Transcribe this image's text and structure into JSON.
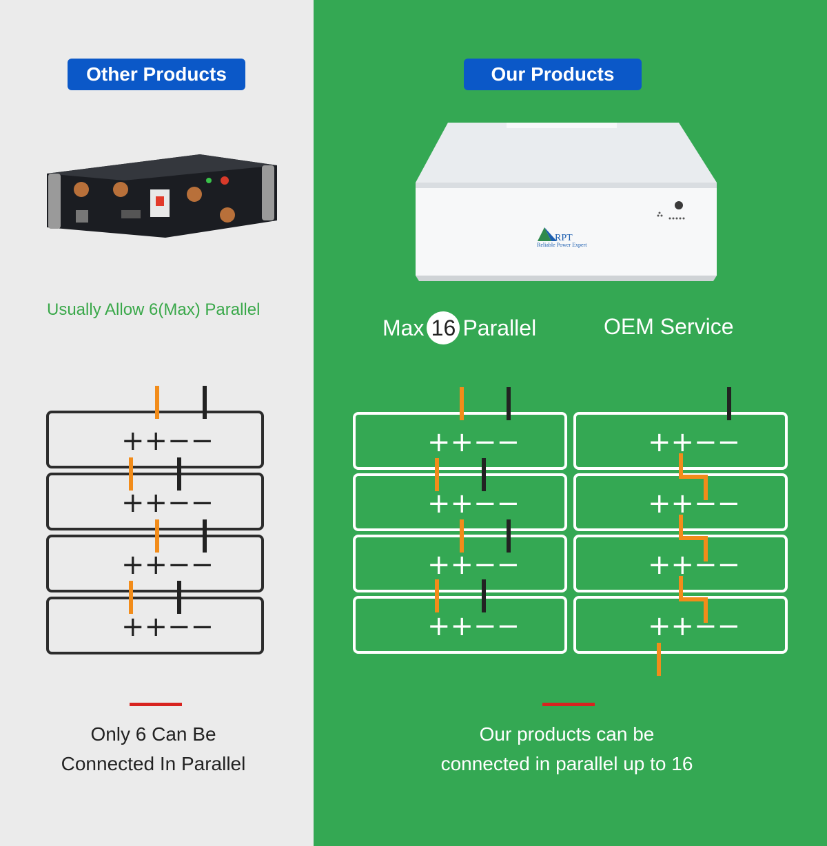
{
  "left": {
    "badge": "Other Products",
    "subtitle": "Usually Allow 6(Max) Parallel",
    "bottom_lines": [
      "Only 6 Can Be",
      "Connected In Parallel"
    ]
  },
  "right": {
    "badge": "Our Products",
    "max_prefix": "Max",
    "max_number": "16",
    "max_suffix": "Parallel",
    "oem": "OEM Service",
    "logo_text": "RPT",
    "logo_tagline": "Reliable Power Expert",
    "bottom_lines": [
      "Our products can be",
      "connected in parallel up to 16"
    ]
  },
  "battery_terminal_label": "++−−",
  "colors": {
    "left_bg": "#ebebeb",
    "right_bg": "#34a853",
    "badge_blue": "#0b58c8",
    "orange_wire": "#f28c1a",
    "black_wire": "#222222",
    "red_divider": "#d8231f"
  }
}
